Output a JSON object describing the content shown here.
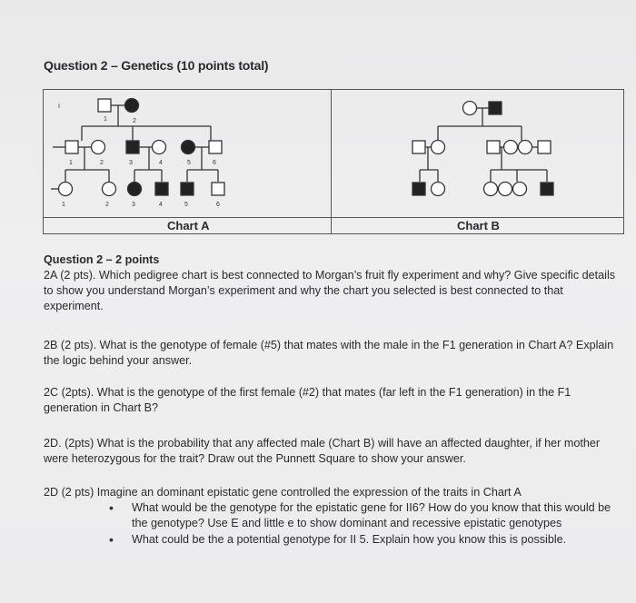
{
  "title": "Question 2 – Genetics (10 points total)",
  "chart_a": {
    "label": "Chart A",
    "gen_label": "I",
    "gen1_numbers": [
      "1",
      "2"
    ],
    "gen2_numbers": [
      "1",
      "2",
      "3",
      "4",
      "5",
      "6"
    ],
    "gen3_numbers": [
      "1",
      "2",
      "3",
      "4",
      "5",
      "6"
    ]
  },
  "chart_b": {
    "label": "Chart B"
  },
  "subheading": "Question 2 – 2 points",
  "q2a": "2A (2 pts). Which pedigree chart is best connected to Morgan’s fruit fly experiment and why? Give specific details to show you understand Morgan’s experiment and why the chart you selected is best connected to that experiment.",
  "q2b": "2B (2 pts). What is the genotype of female (#5) that mates with the male in the F1 generation in Chart A? Explain the logic behind your answer.",
  "q2c": "2C (2pts). What is the genotype of the first female (#2) that mates (far left in the F1 generation) in the F1 generation in Chart B?",
  "q2d1": "2D. (2pts) What is the probability that any affected male (Chart B) will have an affected daughter, if her mother were heterozygous for the trait? Draw out the Punnett Square to show your answer.",
  "q2d2": {
    "intro": "2D (2 pts) Imagine an dominant epistatic gene controlled the expression of the traits in Chart A",
    "bullets": [
      "What would be the genotype for the epistatic gene for II6? How do you know that this would be the genotype? Use E and little e to show dominant and recessive epistatic genotypes",
      "What could be the a potential genotype for II 5. Explain how you know this is possible."
    ]
  },
  "bullet_glyph": "•"
}
